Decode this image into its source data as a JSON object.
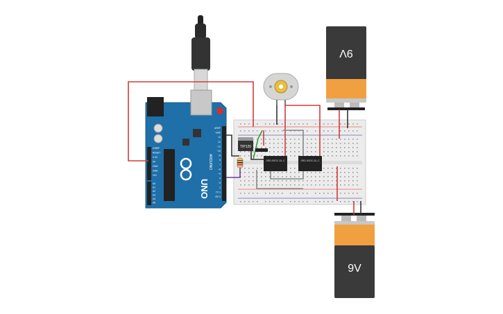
{
  "arduino": {
    "logo": "UNO",
    "brand": "ARDUINO",
    "power_header_labels": [
      "IOREF",
      "RESET",
      "3.3V",
      "5V",
      "GND",
      "GND",
      "VIN"
    ],
    "analog_header_labels": [
      "A0",
      "A1",
      "A2",
      "A3",
      "A4",
      "A5"
    ],
    "digital_header_labels": [
      "AREF",
      "GND",
      "13",
      "12",
      "~11",
      "~10",
      "~9",
      "8",
      "7",
      "~6",
      "~5",
      "4",
      "~3",
      "2",
      "TX 1",
      "RX 0"
    ]
  },
  "transistor": {
    "label": "TIP120"
  },
  "relays": [
    {
      "name": "relay-1",
      "label": "SRD-5VDC-SL-C"
    },
    {
      "name": "relay-2",
      "label": "SRD-5VDC-SL-C"
    }
  ],
  "batteries": [
    {
      "name": "battery-top",
      "label": "9V"
    },
    {
      "name": "battery-bottom",
      "label": "9V"
    }
  ],
  "colors": {
    "board_blue": "#1f6fa8",
    "wire_red": "#d23b3b",
    "wire_black": "#333333",
    "wire_green": "#3a9a3a",
    "wire_purple": "#6a3c9a",
    "battery_orange": "#f0a040",
    "battery_black": "#3a3a3a"
  },
  "icons": [
    "usb-cable-icon",
    "dc-motor-icon",
    "resistor-icon"
  ]
}
